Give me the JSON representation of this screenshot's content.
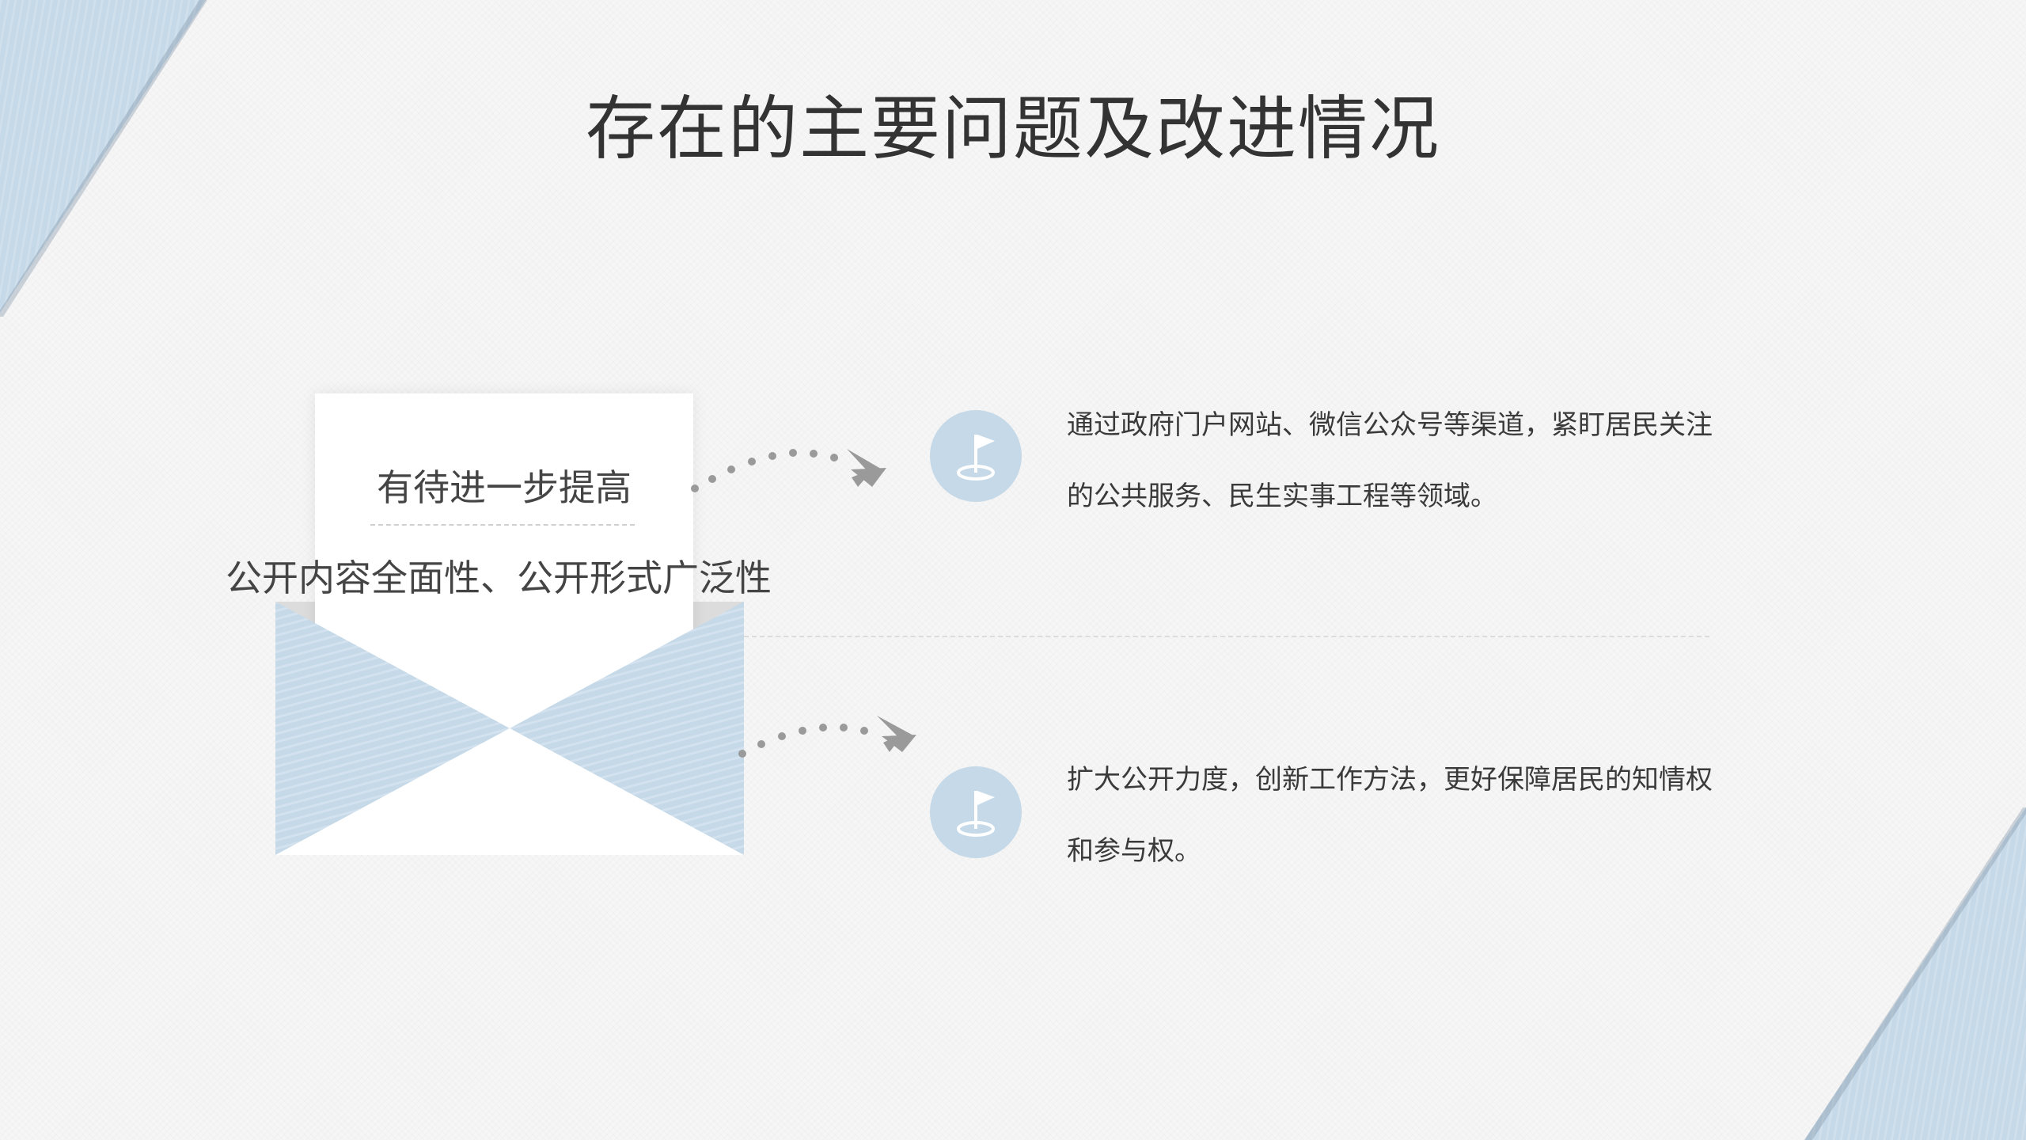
{
  "slide": {
    "title": "存在的主要问题及改进情况",
    "envelope": {
      "heading": "有待进一步提高",
      "subtitle": "公开内容全面性、公开形式广泛性"
    },
    "items": [
      {
        "icon": "flag-icon",
        "text": "通过政府门户网站、微信公众号等渠道，紧盯居民关注的公共服务、民生实事工程等领域。"
      },
      {
        "icon": "flag-icon",
        "text": "扩大公开力度，创新工作方法，更好保障居民的知情权和参与权。"
      }
    ]
  },
  "colors": {
    "accent": "#c5d9e8",
    "text": "#333333",
    "arrow": "#9a9a9a"
  }
}
